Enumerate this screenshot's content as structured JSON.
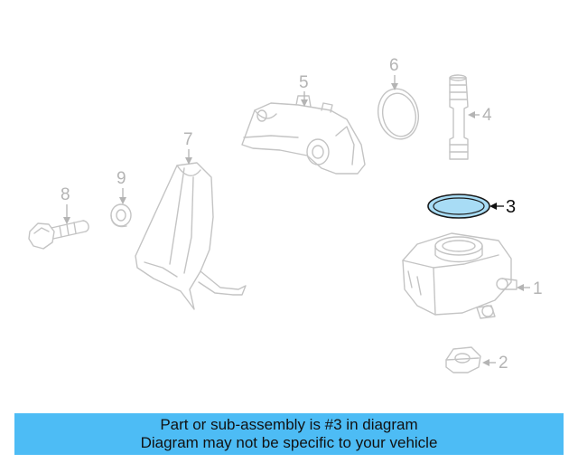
{
  "callouts": {
    "c1": "1",
    "c2": "2",
    "c3": "3",
    "c4": "4",
    "c5": "5",
    "c6": "6",
    "c7": "7",
    "c8": "8",
    "c9": "9"
  },
  "highlight": {
    "part": "3",
    "fill": "#a8dcf5",
    "stroke": "#1a1a1a"
  },
  "banner": {
    "line1": "Part or sub-assembly is #3 in diagram",
    "line2": "Diagram may not be specific to your vehicle",
    "background": "#4dbcf5"
  }
}
